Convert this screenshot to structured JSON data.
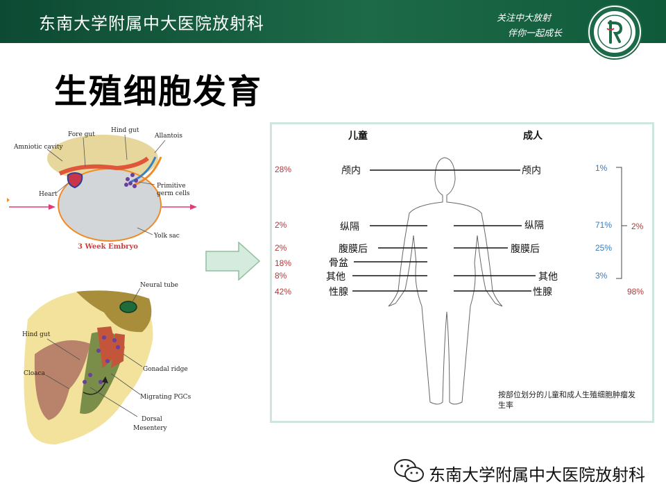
{
  "header": {
    "title": "东南大学附属中大医院放射科",
    "slogan_line1": "关注中大放射",
    "slogan_line2": "伴你一起成长"
  },
  "slide": {
    "title": "生殖细胞发育"
  },
  "embryo_week3": {
    "labels": {
      "amniotic_cavity": "Amniotic cavity",
      "fore_gut": "Fore gut",
      "hind_gut": "Hind gut",
      "allantois": "Allantois",
      "heart": "Heart",
      "primitive_germ_cells_1": "Primitive",
      "primitive_germ_cells_2": "germ cells",
      "yolk_sac": "Yolk sac",
      "caption": "3 Week Embryo"
    }
  },
  "embryo_migration": {
    "labels": {
      "neural_tube": "Neural tube",
      "hind_gut": "Hind gut",
      "cloaca": "Cloaca",
      "gonadal_ridge": "Gonadal ridge",
      "migrating_pgcs": "Migrating PGCs",
      "dorsal_1": "Dorsal",
      "dorsal_2": "Mesentery"
    }
  },
  "incidence_panel": {
    "child_header": "儿童",
    "adult_header": "成人",
    "child_labels": {
      "intracranial": "颅内",
      "mediastinum": "纵隔",
      "retroperitoneum": "腹膜后",
      "pelvis": "骨盆",
      "other": "其他",
      "gonad": "性腺"
    },
    "adult_labels": {
      "intracranial": "颅内",
      "mediastinum": "纵隔",
      "retroperitoneum": "腹膜后",
      "other": "其他",
      "gonad": "性腺"
    },
    "child_percents": {
      "intracranial": "28%",
      "mediastinum": "2%",
      "retroperitoneum": "2%",
      "pelvis": "18%",
      "other": "8%",
      "gonad": "42%"
    },
    "adult_percents": {
      "intracranial": "1%",
      "mediastinum": "71%",
      "retroperitoneum": "25%",
      "other": "3%",
      "extragonadal_total": "2%",
      "gonad": "98%"
    },
    "caption": "按部位划分的儿童和成人生殖细胞肿瘤发生率",
    "colors": {
      "child": "#b03a3a",
      "adult": "#3a7ab8"
    }
  },
  "watermark": {
    "text": "东南大学附属中大医院放射科",
    "icon": "wechat-icon"
  }
}
